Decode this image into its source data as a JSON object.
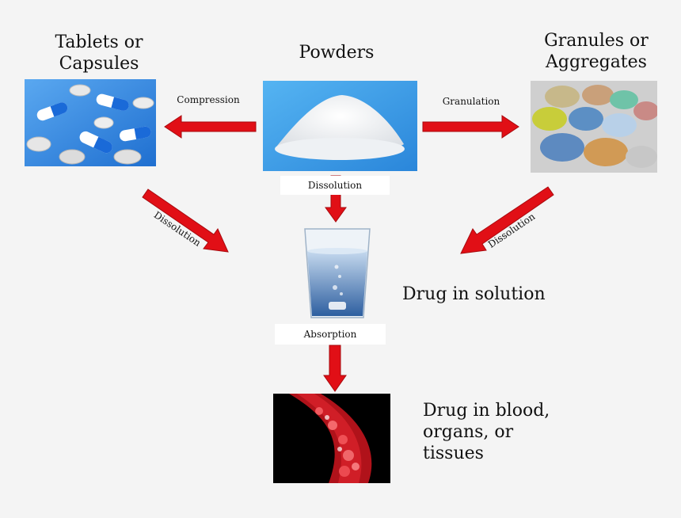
{
  "nodes": {
    "tablets": "Tablets or\nCapsules",
    "powders": "Powders",
    "granules": "Granules or\nAggregates",
    "solution": "Drug in solution",
    "blood": "Drug in blood,\norgans, or\ntissues"
  },
  "edges": {
    "compression": "Compression",
    "granulation": "Granulation",
    "dissolution_powders": "Dissolution",
    "dissolution_tablets": "Dissolution",
    "dissolution_granules": "Dissolution",
    "absorption": "Absorption"
  },
  "colors": {
    "arrow": "#e10f16",
    "arrow_dark": "#a80a0e",
    "background": "#f4f4f4"
  },
  "images": {
    "tablets": "blue-white-capsules-and-tablets",
    "powders": "white-powder-pile",
    "granules": "colored-granule-piles",
    "solution": "glass-of-water-with-dissolving-tablet",
    "blood": "blood-vessel-with-red-cells"
  }
}
